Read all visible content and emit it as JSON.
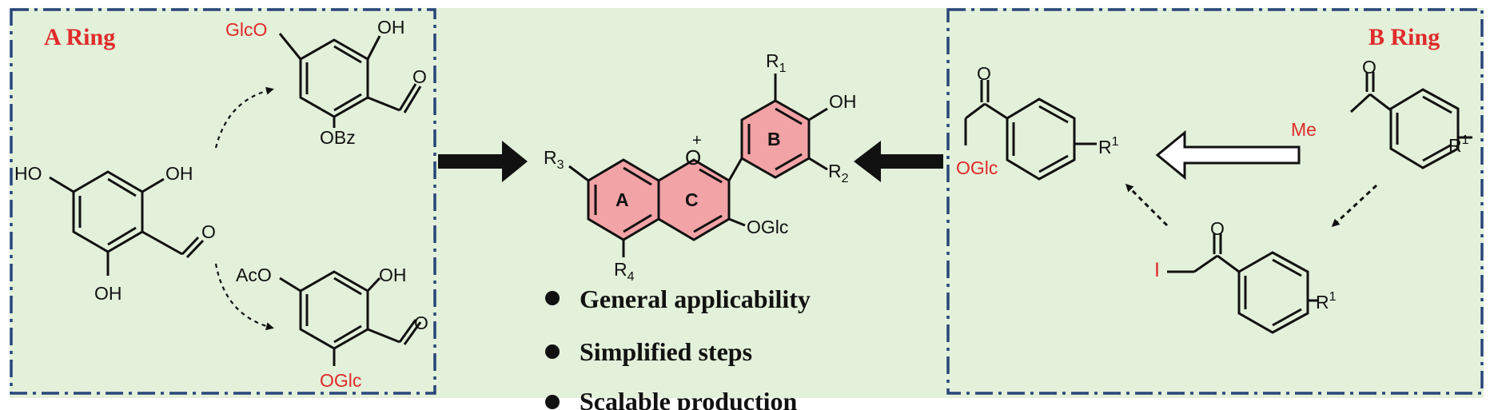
{
  "panel_a": {
    "title": "A Ring"
  },
  "panel_b": {
    "title": "B Ring"
  },
  "colors": {
    "background": "#e3f0da",
    "accent_red": "#e02b2b",
    "ring_fill": "#f2a3a6",
    "frame_blue": "#27467a"
  },
  "a_ring": {
    "start": {
      "ho_left": "HO",
      "oh_top": "OH",
      "oh_bottom": "OH",
      "carbonyl_o": "O"
    },
    "top_product": {
      "sub_left": "GlcO",
      "sub_oh": "OH",
      "sub_bottom": "OBz",
      "carbonyl_o": "O"
    },
    "bottom_product": {
      "sub_left": "AcO",
      "sub_oh": "OH",
      "sub_bottom": "OGlc",
      "carbonyl_o": "O"
    }
  },
  "core": {
    "r1": "R",
    "r1_sub": "1",
    "r2": "R",
    "r2_sub": "2",
    "r3": "R",
    "r3_sub": "3",
    "r4": "R",
    "r4_sub": "4",
    "oh": "OH",
    "oplus": "O",
    "plus": "+",
    "oglc": "OGlc",
    "ring_a": "A",
    "ring_b": "B",
    "ring_c": "C"
  },
  "bullets": [
    "General applicability",
    "Simplified steps",
    "Scalable production"
  ],
  "b_ring": {
    "product": {
      "carbonyl_o": "O",
      "oglc": "OGlc",
      "r": "R",
      "r_sup": "1"
    },
    "start": {
      "carbonyl_o": "O",
      "me": "Me",
      "r": "R",
      "r_sup": "1"
    },
    "intermediate": {
      "carbonyl_o": "O",
      "iodo": "I",
      "r": "R",
      "r_sup": "1"
    }
  }
}
